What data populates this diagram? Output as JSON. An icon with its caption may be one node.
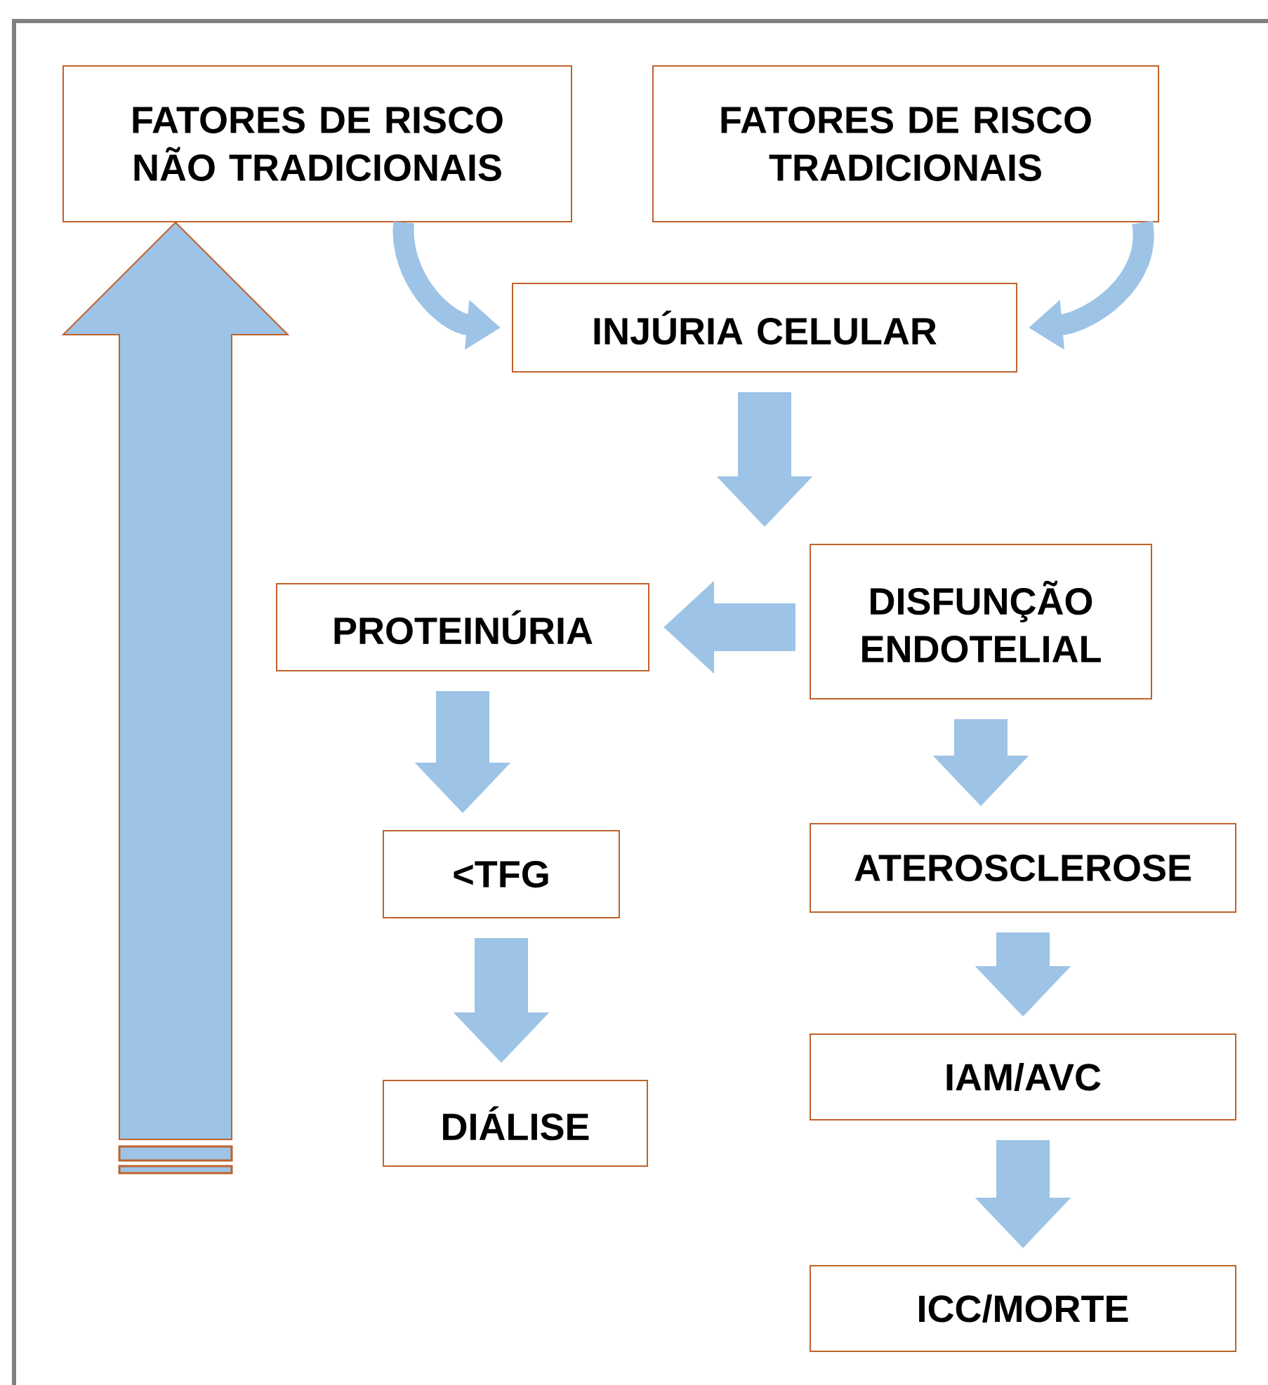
{
  "diagram": {
    "nodes": [
      {
        "text": [
          "FATORES DE RISCO NÃO TRADICIONAIS"
        ]
      },
      {
        "text": [
          "FATORES DE RISCO TRADICIONAIS"
        ]
      },
      {
        "text": [
          "INJÚRIA CELULAR"
        ]
      },
      {
        "text": [
          "PROTEINÚRIA"
        ]
      },
      {
        "text": [
          "DISFUNÇÃO ENDOTELIAL"
        ]
      },
      {
        "text": [
          "<TFG"
        ]
      },
      {
        "text": [
          "DIÁLISE"
        ]
      },
      {
        "text": [
          "ATEROSCLEROSE"
        ]
      },
      {
        "text": [
          "IAM/AVC"
        ]
      },
      {
        "text": [
          "ICC/MORTE"
        ]
      }
    ],
    "edges": [
      {
        "from": 0,
        "to": 2,
        "arrow": "to"
      },
      {
        "from": 1,
        "to": 2,
        "arrow": "to"
      },
      {
        "from": 2,
        "to": 4,
        "arrow": "to"
      },
      {
        "from": 4,
        "to": 3,
        "arrow": "to"
      },
      {
        "from": 3,
        "to": 5,
        "arrow": "to"
      },
      {
        "from": 5,
        "to": 6,
        "arrow": "to"
      },
      {
        "from": 4,
        "to": 7,
        "arrow": "to"
      },
      {
        "from": 7,
        "to": 8,
        "arrow": "to"
      },
      {
        "from": 8,
        "to": 9,
        "arrow": "to"
      },
      {
        "from": null,
        "to": 0,
        "arrow": "to",
        "style": "thick"
      }
    ]
  }
}
